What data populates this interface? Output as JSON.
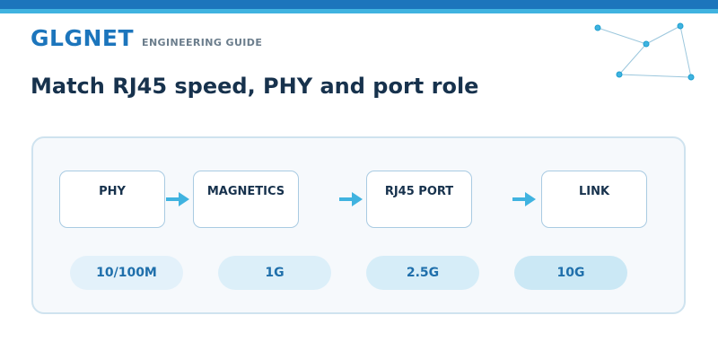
{
  "header": {
    "brand": "GLGNET",
    "subtitle": "ENGINEERING GUIDE",
    "title": "Match RJ45 speed, PHY and port role"
  },
  "diagram": {
    "nodes": [
      {
        "label": "PHY"
      },
      {
        "label": "MAGNETICS"
      },
      {
        "label": "RJ45 PORT"
      },
      {
        "label": "LINK"
      }
    ],
    "speeds": [
      {
        "label": "10/100M"
      },
      {
        "label": "1G"
      },
      {
        "label": "2.5G"
      },
      {
        "label": "10G"
      }
    ]
  },
  "colors": {
    "brand": "#1c75bc",
    "accent": "#40b3e0",
    "title": "#17324d",
    "pill_light": "#e3f1fa",
    "pill_mid": "#d6edf8",
    "pill_dark": "#cbe8f5"
  }
}
